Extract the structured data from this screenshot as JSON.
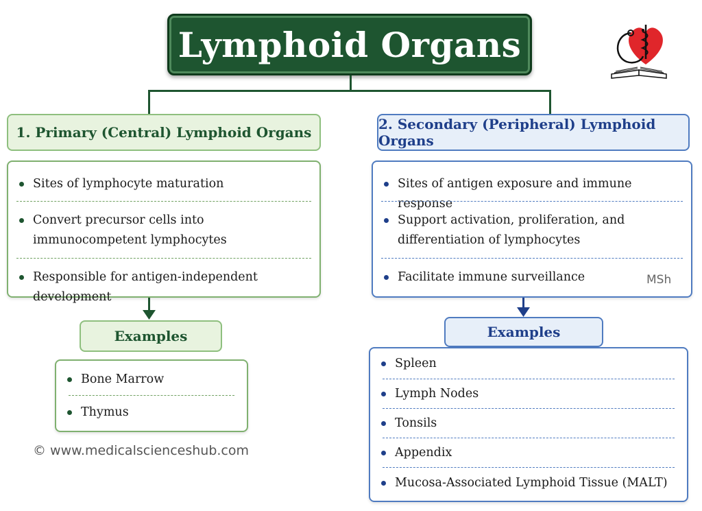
{
  "title": "Lymphoid Organs",
  "primary": {
    "heading": "1. Primary (Central) Lymphoid Organs",
    "points": [
      {
        "line1": "Sites of lymphocyte maturation",
        "line2": ""
      },
      {
        "line1": "Convert precursor cells into",
        "line2": "immunocompetent lymphocytes"
      },
      {
        "line1": "Responsible for antigen-independent development",
        "line2": ""
      }
    ],
    "examples_label": "Examples",
    "examples": [
      "Bone Marrow",
      "Thymus"
    ]
  },
  "secondary": {
    "heading": "2. Secondary (Peripheral) Lymphoid Organs",
    "points": [
      {
        "line1": "Sites of antigen exposure and immune response",
        "line2": ""
      },
      {
        "line1": "Support activation, proliferation, and",
        "line2": "differentiation of lymphocytes"
      },
      {
        "line1": "Facilitate immune surveillance",
        "line2": ""
      }
    ],
    "examples_label": "Examples",
    "examples": [
      "Spleen",
      "Lymph Nodes",
      "Tonsils",
      "Appendix",
      "Mucosa-Associated Lymphoid Tissue (MALT)"
    ]
  },
  "watermark": "MSh",
  "copyright": "© www.medicalscienceshub.com",
  "logo_icon": "heart-caduceus-stethoscope-book-logo",
  "colors": {
    "primary_green": "#1e5530",
    "secondary_blue": "#1f3f8a",
    "logo_red": "#e0262b"
  }
}
